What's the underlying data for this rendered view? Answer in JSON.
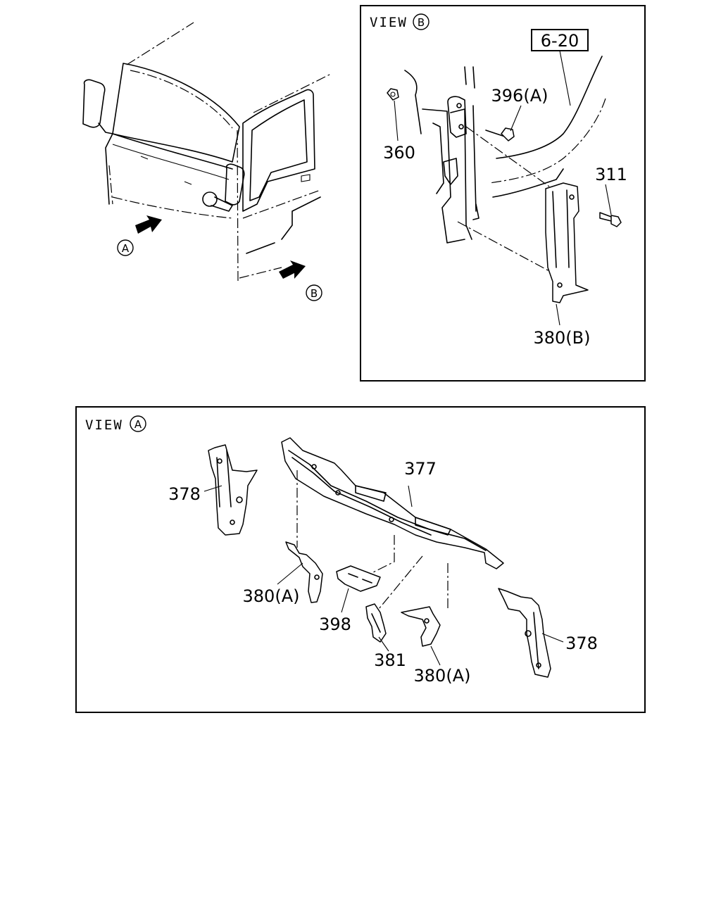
{
  "view_b": {
    "title": "VIEW",
    "marker": "B",
    "ref_box": "6-20",
    "labels": {
      "p396a": "396(A)",
      "p360": "360",
      "p311": "311",
      "p380b": "380(B)"
    }
  },
  "overview": {
    "arrow_a": "A",
    "arrow_b": "B"
  },
  "view_a": {
    "title": "VIEW",
    "marker": "A",
    "labels": {
      "p377": "377",
      "p378_left": "378",
      "p378_right": "378",
      "p380a_left": "380(A)",
      "p380a_right": "380(A)",
      "p398": "398",
      "p381": "381"
    }
  }
}
